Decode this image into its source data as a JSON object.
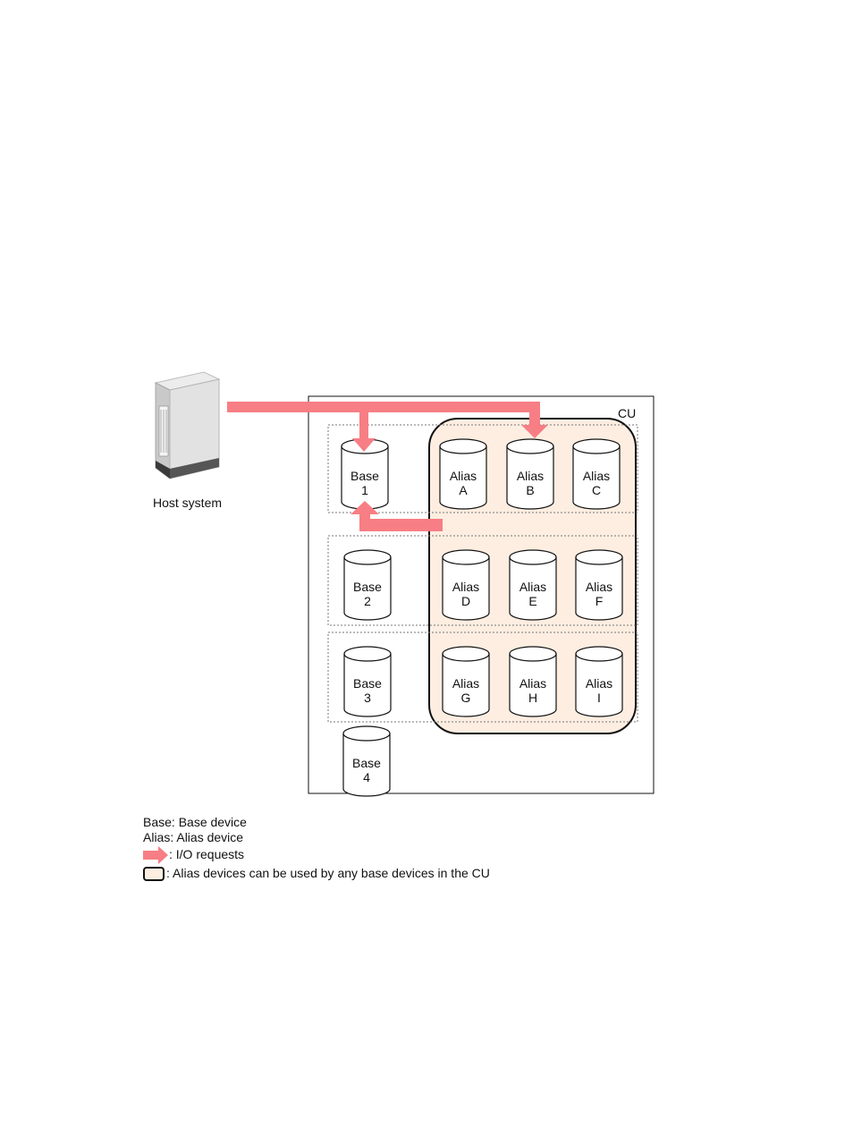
{
  "diagram": {
    "host": {
      "label": "Host system"
    },
    "cu": {
      "label": "CU"
    },
    "base_devices": [
      {
        "name": "Base",
        "id": "1"
      },
      {
        "name": "Base",
        "id": "2"
      },
      {
        "name": "Base",
        "id": "3"
      },
      {
        "name": "Base",
        "id": "4"
      }
    ],
    "alias_devices": [
      {
        "name": "Alias",
        "id": "A"
      },
      {
        "name": "Alias",
        "id": "B"
      },
      {
        "name": "Alias",
        "id": "C"
      },
      {
        "name": "Alias",
        "id": "D"
      },
      {
        "name": "Alias",
        "id": "E"
      },
      {
        "name": "Alias",
        "id": "F"
      },
      {
        "name": "Alias",
        "id": "G"
      },
      {
        "name": "Alias",
        "id": "H"
      },
      {
        "name": "Alias",
        "id": "I"
      }
    ],
    "colors": {
      "io_arrow": "#f77e84",
      "alias_pool_fill": "#fdeee1",
      "outline": "#111111"
    }
  },
  "legend": {
    "base": "Base: Base device",
    "alias": "Alias: Alias device",
    "io_requests": ": I/O requests",
    "alias_pool": ": Alias devices can be used by any base devices in the CU"
  }
}
